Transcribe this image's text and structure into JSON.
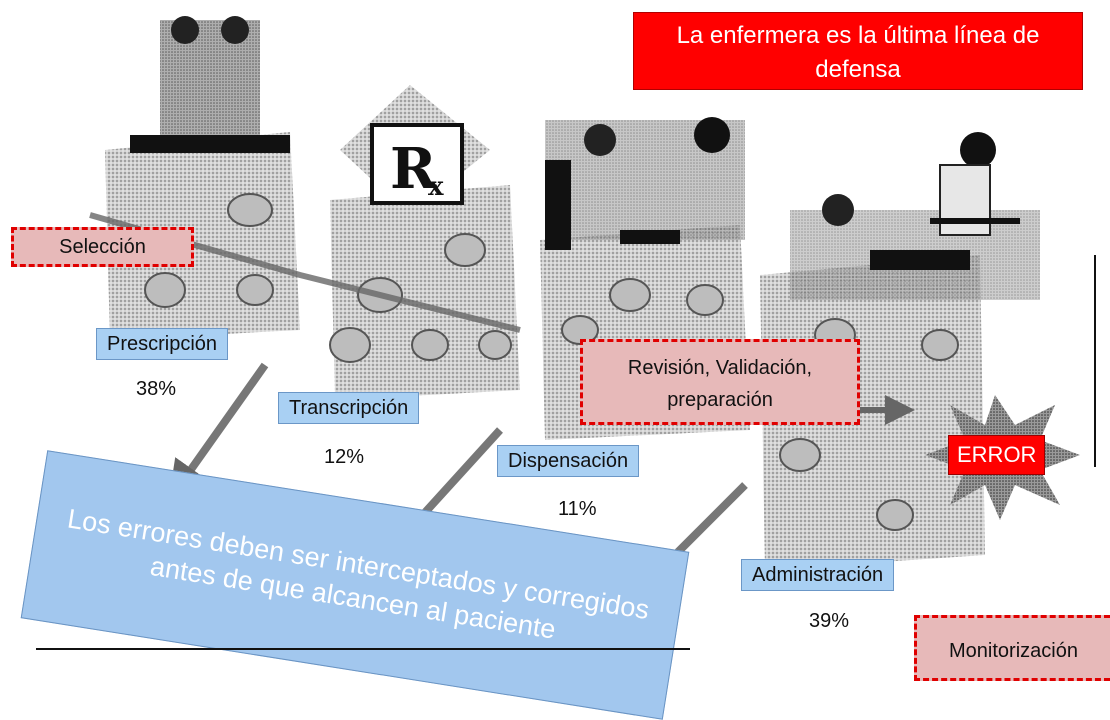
{
  "callouts": {
    "defense": "La enfermera es la última línea de defensa",
    "selection": "Selección",
    "review": "Revisión, Validación, preparación",
    "monitoring": "Monitorización",
    "error": "ERROR"
  },
  "stages": [
    {
      "label": "Prescripción",
      "percent": "38%"
    },
    {
      "label": "Transcripción",
      "percent": "12%"
    },
    {
      "label": "Dispensación",
      "percent": "11%"
    },
    {
      "label": "Administración",
      "percent": "39%"
    }
  ],
  "banner": {
    "text": "Los errores deben ser interceptados y corregidos antes de que alcancen al paciente"
  },
  "icons": {
    "prescription": "rx-symbol",
    "arrow": "arrow-through-holes",
    "burst": "error-burst"
  },
  "colors": {
    "stage_label_bg": "#a9d0f3",
    "callout_pink": "#e7b9b9",
    "alert_red": "#ff0000",
    "banner_blue": "#a2c7ee"
  }
}
